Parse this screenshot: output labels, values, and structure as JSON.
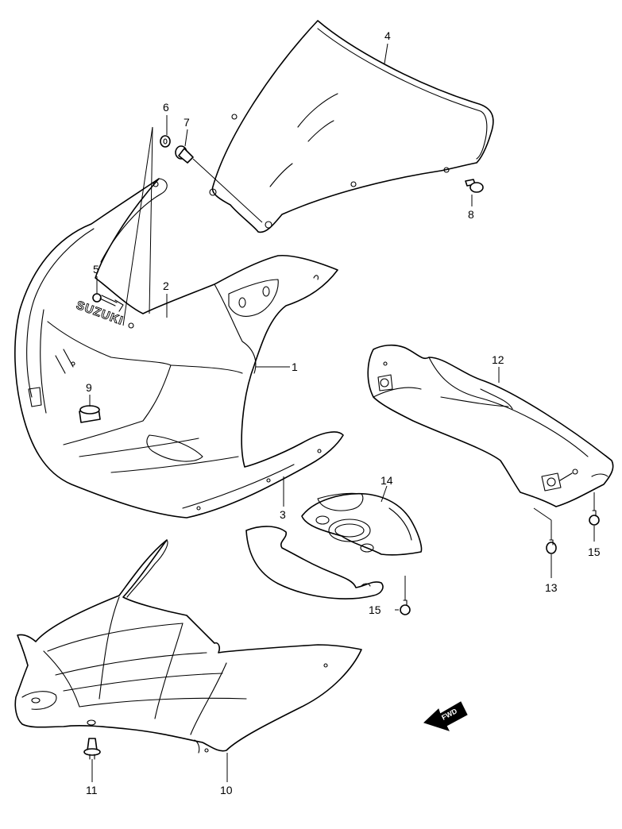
{
  "brand_text": "SUZUKI",
  "fwd_label": "FWD",
  "callouts": {
    "p1": "1",
    "p2": "2",
    "p3": "3",
    "p4": "4",
    "p5": "5",
    "p6": "6",
    "p7": "7",
    "p8": "8",
    "p9": "9",
    "p10": "10",
    "p11": "11",
    "p12": "12",
    "p13": "13",
    "p14": "14",
    "p15a": "15",
    "p15b": "15"
  },
  "colors": {
    "ink": "#000000",
    "paper": "#ffffff"
  }
}
